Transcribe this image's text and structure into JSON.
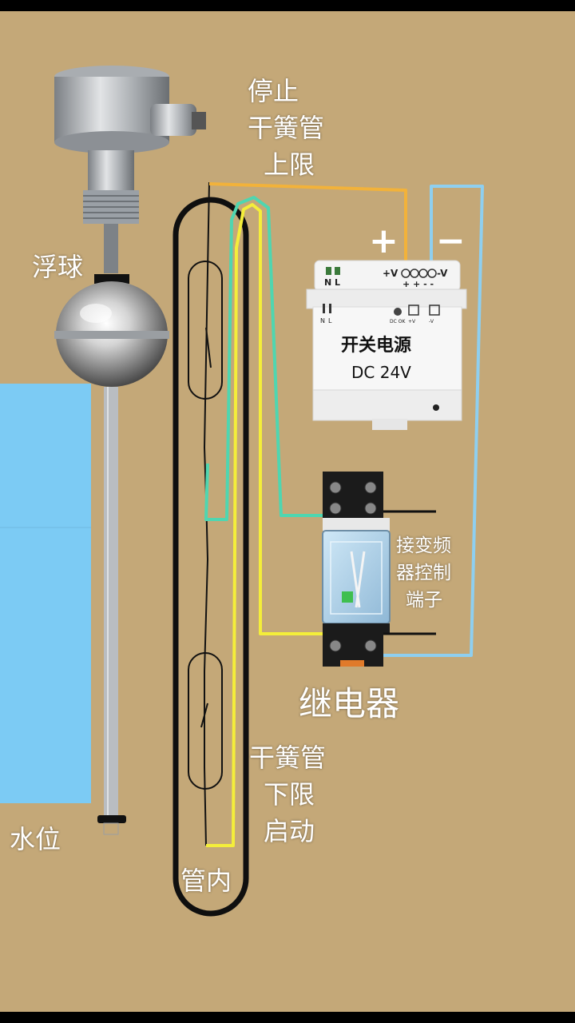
{
  "labels": {
    "float_ball": "浮球",
    "stop": "停止",
    "reed_switch_upper": "干簧管",
    "upper_limit": "上限",
    "reed_switch_lower": "干簧管",
    "lower_limit": "下限",
    "start": "启动",
    "in_tube": "管内",
    "water_level": "水位",
    "relay": "继电器",
    "vfd_terminal_1": "接变频",
    "vfd_terminal_2": "器控制",
    "vfd_terminal_3": "端子",
    "plus_sign": "+",
    "minus_sign": "−"
  },
  "power_supply": {
    "name": "开关电源",
    "model": "DC 24V",
    "left_terminals": "N L",
    "right_terminals_top": "+V",
    "right_terminals_bottom": "+ + - -",
    "right_terminals_minus": "-V",
    "lower_n": "N",
    "lower_l": "L",
    "dc_ok": "DC OK",
    "plus_v": "+V",
    "minus_v": "-V"
  },
  "colors": {
    "background": "#c4a878",
    "water": "#7ccbf4",
    "wire_orange": "#f2b23a",
    "wire_blue": "#8ecff0",
    "wire_yellow": "#f4ee3a",
    "wire_green": "#4fd6b0",
    "tube": "#0f0f0f"
  }
}
